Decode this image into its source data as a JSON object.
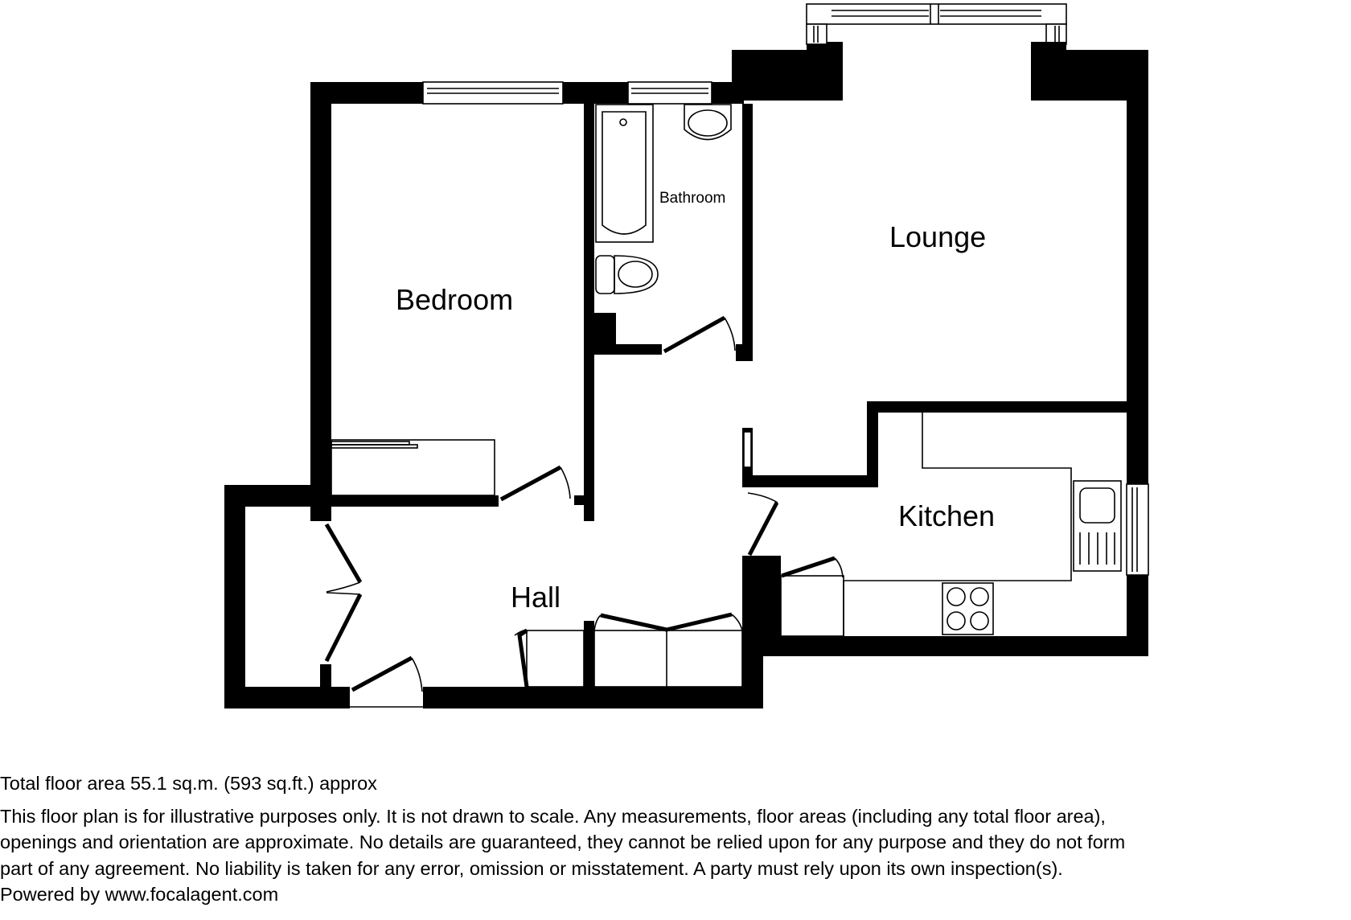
{
  "floorplan": {
    "rooms": [
      {
        "id": "bedroom",
        "label": "Bedroom"
      },
      {
        "id": "bathroom",
        "label": "Bathroom"
      },
      {
        "id": "lounge",
        "label": "Lounge"
      },
      {
        "id": "kitchen",
        "label": "Kitchen"
      },
      {
        "id": "hall",
        "label": "Hall"
      }
    ],
    "colors": {
      "wall": "#000000",
      "background": "#ffffff"
    }
  },
  "footer": {
    "total_area": "Total floor area 55.1 sq.m. (593 sq.ft.) approx",
    "disclaimer_lines": [
      "This floor plan is for illustrative purposes only. It is not drawn to scale. Any measurements, floor areas (including any total floor area),",
      "openings and orientation are approximate. No details are guaranteed, they cannot be relied upon for any purpose and they do not form",
      "part of any agreement. No liability is taken for any error, omission or misstatement. A party must rely upon its own inspection(s)."
    ],
    "powered_by": "Powered by www.focalagent.com"
  }
}
